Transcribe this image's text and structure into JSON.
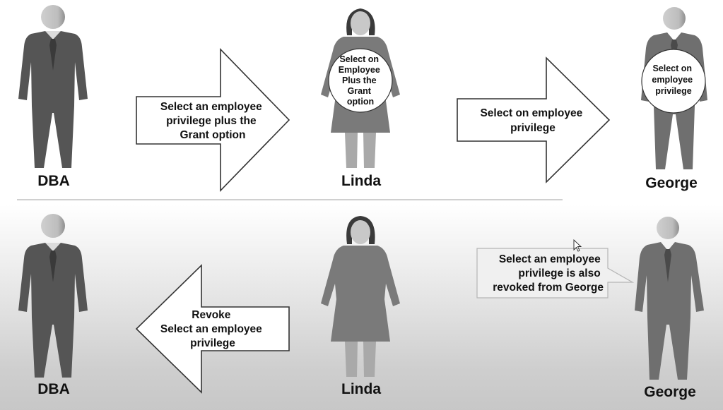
{
  "top_row": {
    "dba_label": "DBA",
    "linda_label": "Linda",
    "george_label": "George",
    "arrow_grant": [
      "Select an employee",
      "privilege plus the",
      "Grant option"
    ],
    "arrow_select": [
      "Select on employee",
      "privilege"
    ],
    "linda_badge": [
      "Select on",
      "Employee",
      "Plus the",
      "Grant",
      "option"
    ],
    "george_badge": [
      "Select on",
      "employee",
      "privilege"
    ]
  },
  "bottom_row": {
    "dba_label": "DBA",
    "linda_label": "Linda",
    "george_label": "George",
    "arrow_revoke": [
      "Revoke",
      "Select an employee",
      "privilege"
    ],
    "callout": [
      "Select an employee",
      "privilege is also",
      "revoked from George"
    ]
  },
  "colors": {
    "man_suit": "#555555",
    "george_suit": "#6f6f6f",
    "linda_dress": "#7a7a7a",
    "legs_light": "#a9a9a9",
    "head": "#c2c2c2",
    "divider": "#d0d0d0"
  }
}
